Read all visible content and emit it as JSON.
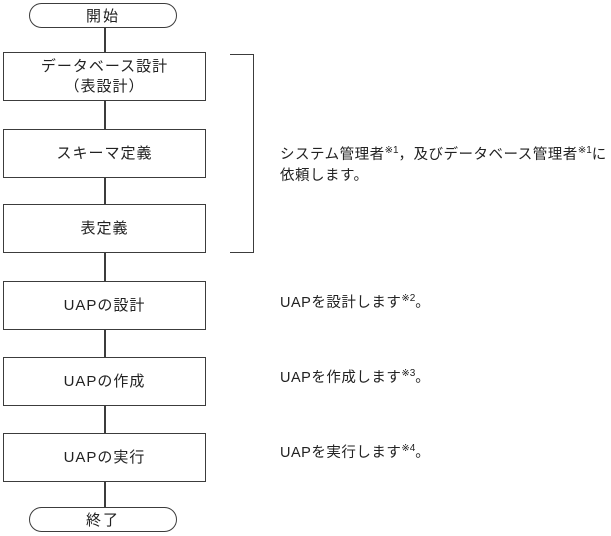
{
  "colors": {
    "line": "#3c3c3c",
    "text": "#222222",
    "background": "#ffffff"
  },
  "flow": {
    "start_label": "開始",
    "end_label": "終了",
    "steps": [
      {
        "label": "データベース設計\n（表設計）"
      },
      {
        "label": "スキーマ定義"
      },
      {
        "label": "表定義"
      },
      {
        "label": "UAPの設計"
      },
      {
        "label": "UAPの作成"
      },
      {
        "label": "UAPの実行"
      }
    ]
  },
  "annotations": [
    {
      "segments": [
        {
          "text": "システム管理者"
        },
        {
          "sup": "※1"
        },
        {
          "text": "，及びデータベース管理者"
        },
        {
          "sup": "※1"
        },
        {
          "text": "に依頼します。"
        }
      ]
    },
    {
      "segments": [
        {
          "text": "UAPを設計します"
        },
        {
          "sup": "※2"
        },
        {
          "text": "。"
        }
      ]
    },
    {
      "segments": [
        {
          "text": "UAPを作成します"
        },
        {
          "sup": "※3"
        },
        {
          "text": "。"
        }
      ]
    },
    {
      "segments": [
        {
          "text": "UAPを実行します"
        },
        {
          "sup": "※4"
        },
        {
          "text": "。"
        }
      ]
    }
  ]
}
